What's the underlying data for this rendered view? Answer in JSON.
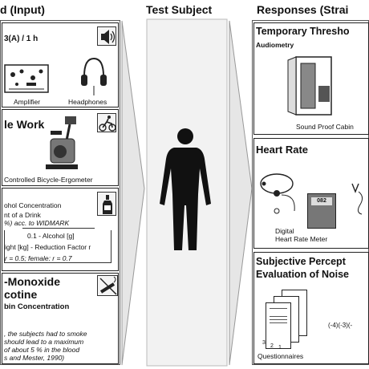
{
  "headers": {
    "left": "d (Input)",
    "middle": "Test Subject",
    "right": "Responses (Strai"
  },
  "noise": {
    "level": "3(A) / 1 h",
    "amplifier": "Amplifier",
    "headphones": "Headphones"
  },
  "work": {
    "title": "le Work",
    "caption": "Controlled Bicycle-Ergometer"
  },
  "alcohol": {
    "line1": "ohol Concentration",
    "line2": "nt of a Drink",
    "line3": "%) acc. to WIDMARK",
    "line4": "0.1 - Alcohol [g]",
    "line5": "ight [kg] - Reduction Factor r",
    "line6": "r = 0.5; female: r = 0.7"
  },
  "smoke": {
    "title1": "-Monoxide",
    "title2": "cotine",
    "subtitle": "bin Concentration",
    "note1": ", the subjects had to smoke",
    "note2": "should lead to a maximum",
    "note3": "of about 5 % in the blood",
    "note4": "s and Mester, 1990)"
  },
  "tts": {
    "title": "Temporary Thresho",
    "subtitle": "Audiometry",
    "caption": "Sound Proof Cabin"
  },
  "heart": {
    "title": "Heart Rate",
    "display": "082",
    "caption1": "Digital",
    "caption2": "Heart Rate Meter"
  },
  "subjective": {
    "title1": "Subjective Percept",
    "title2": "Evaluation of Noise",
    "caption": "Questionnaires",
    "pages": [
      "3",
      "2",
      "1"
    ],
    "scale": "(-4)(-3)(-"
  },
  "icons": [
    "speaker-icon",
    "cyclist-icon",
    "bottle-icon",
    "cigarette-icon",
    "human-silhouette-icon"
  ]
}
